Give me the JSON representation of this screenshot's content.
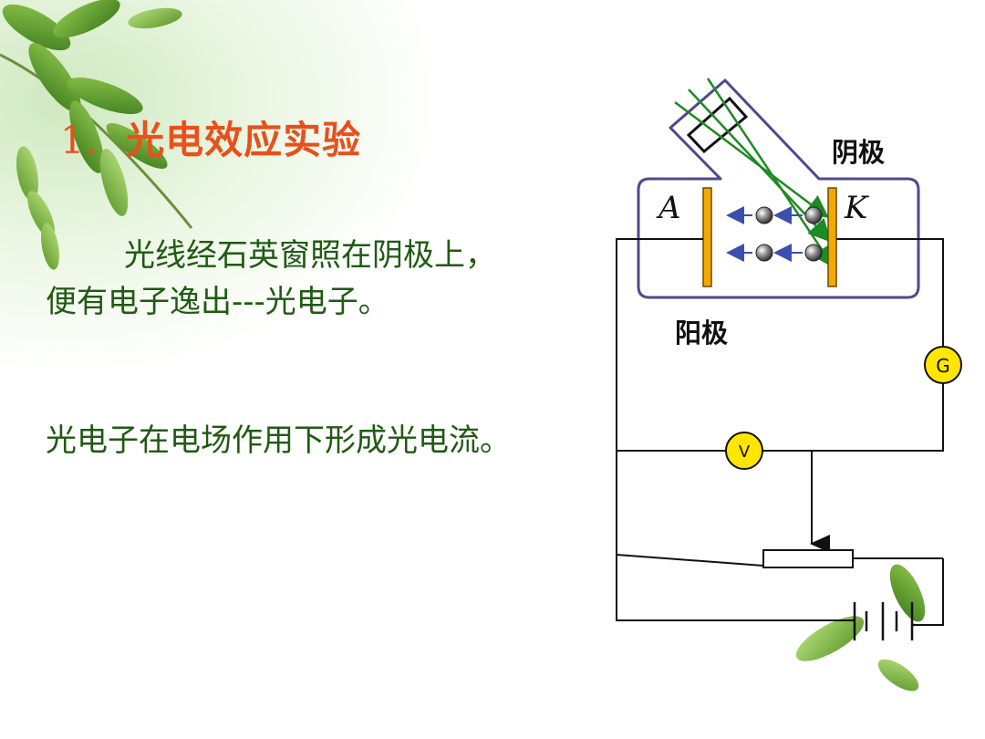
{
  "slide": {
    "title_number": "1.",
    "title_text": "光电效应实验",
    "paragraph_1_line_1": "光线经石英窗照在阴极上，",
    "paragraph_1_line_2": "便有电子逸出---光电子。",
    "paragraph_2": "光电子在电场作用下形成光电流。"
  },
  "diagram": {
    "label_cathode": "阴极",
    "label_anode": "阳极",
    "label_A": "A",
    "label_K": "K",
    "galvanometer_label": "G",
    "voltmeter_label": "V"
  },
  "colors": {
    "title": "#e8501c",
    "body_text": "#1f5a12",
    "tube_outline": "#4d4a8c",
    "electrode": "#f2a900",
    "meter_fill": "#ffe600",
    "light_ray": "#1e8a22",
    "electron_arrow": "#3a4fb0",
    "wire": "#111111"
  },
  "icons": [
    "leaf-decoration-icon",
    "electron-icon",
    "battery-icon",
    "rheostat-icon"
  ]
}
